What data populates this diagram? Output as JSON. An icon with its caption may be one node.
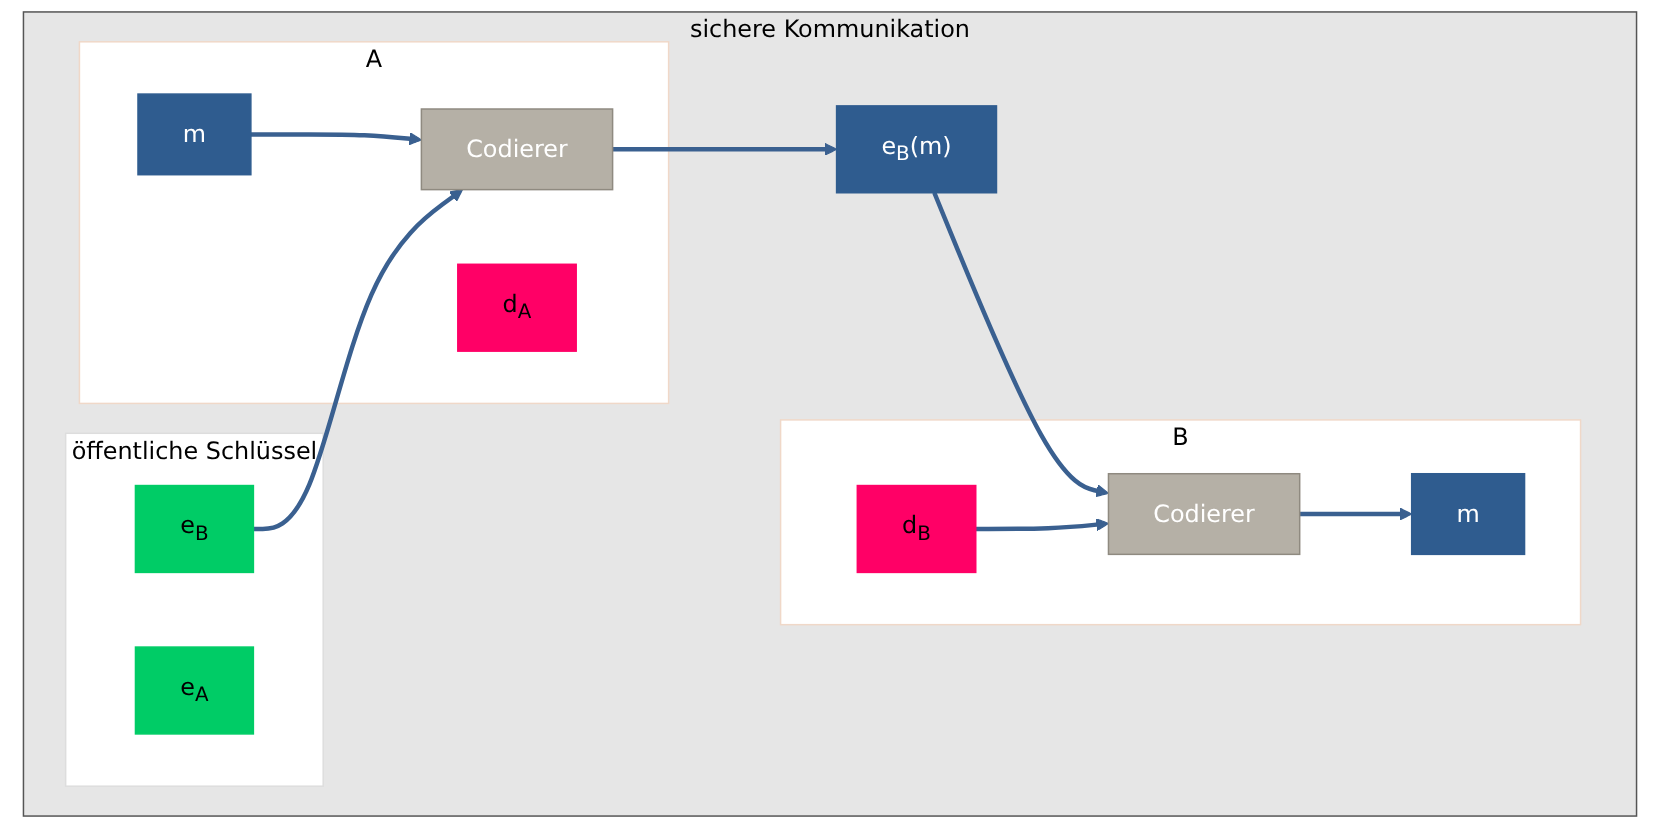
{
  "diagram": {
    "nodes": [
      {
        "text": [
          "sichere Kommunikation"
        ]
      },
      {
        "text": [
          "A"
        ],
        "in": 0
      },
      {
        "text": [
          "m"
        ],
        "in": 1
      },
      {
        "text": [
          "Codierer"
        ],
        "in": 1
      },
      {
        "text": [
          "d$_{A}$"
        ],
        "in": 1
      },
      {
        "text": [
          "e$_{B}$(m)"
        ],
        "in": 0
      },
      {
        "text": [
          "B"
        ],
        "in": 0
      },
      {
        "text": [
          "Codierer"
        ],
        "in": 6
      },
      {
        "text": [
          "m"
        ],
        "in": 6
      },
      {
        "text": [
          "d$_{B}$"
        ],
        "in": 6
      },
      {
        "text": [
          "öffentliche Schlüssel"
        ],
        "in": 0
      },
      {
        "text": [
          "e$_{B}$"
        ],
        "in": 10
      },
      {
        "text": [
          "e$_{A}$"
        ],
        "in": 10
      }
    ],
    "edges": [
      {
        "from": 2,
        "to": 3,
        "arrow": "to"
      },
      {
        "from": 3,
        "to": 5,
        "arrow": "to"
      },
      {
        "from": 5,
        "to": 7,
        "arrow": "to"
      },
      {
        "from": 7,
        "to": 8,
        "arrow": "to"
      },
      {
        "from": 11,
        "to": 3,
        "arrow": "to"
      },
      {
        "from": 9,
        "to": 7,
        "arrow": "to"
      }
    ]
  }
}
